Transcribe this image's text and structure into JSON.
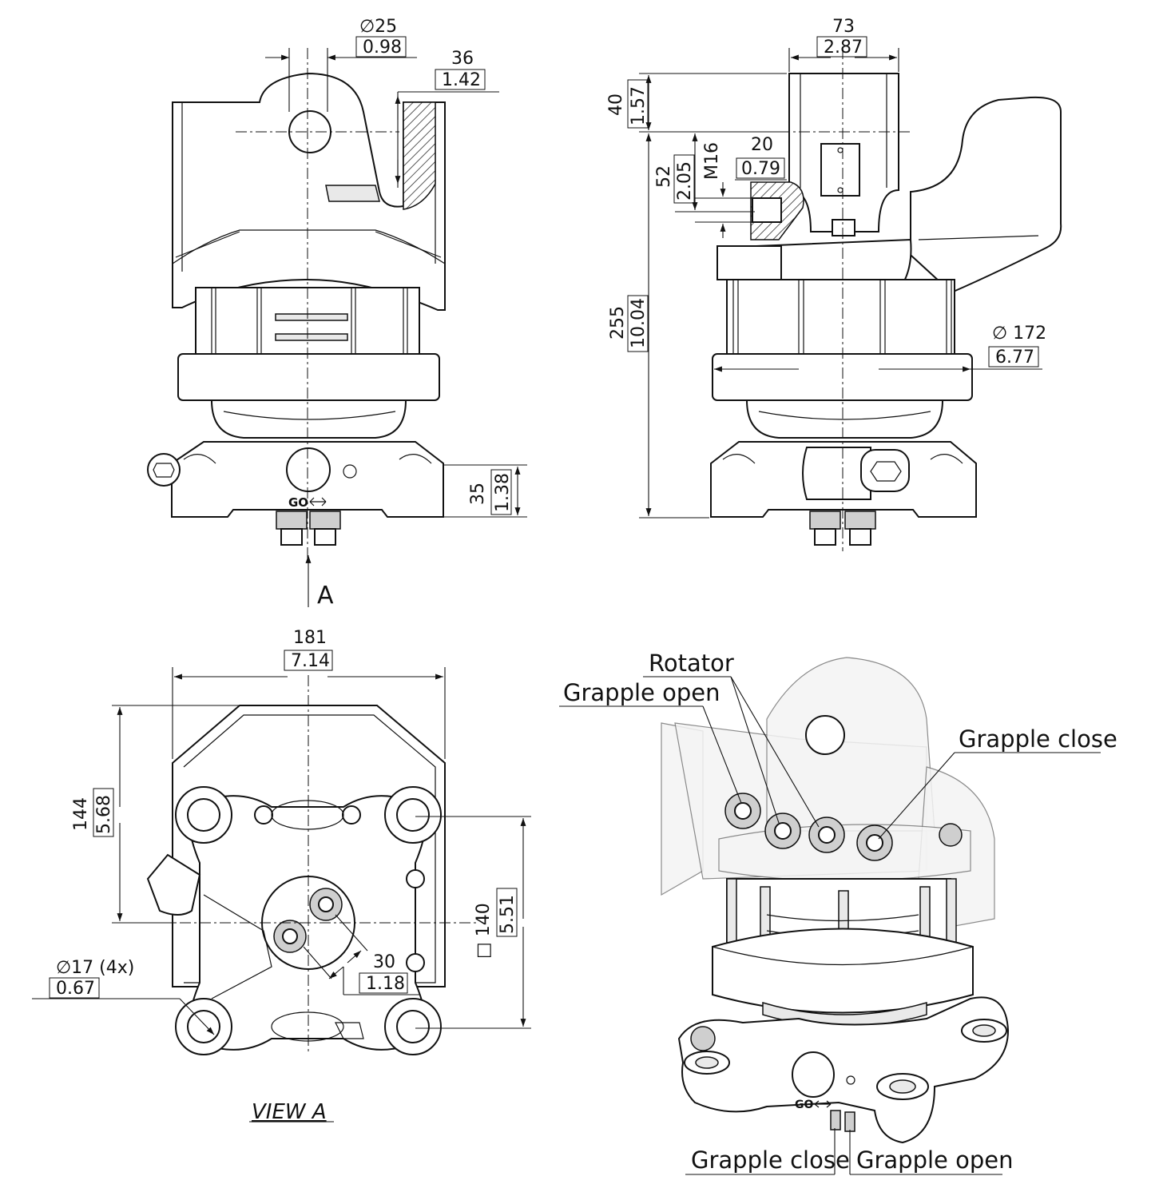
{
  "front_view": {
    "dim_pin_dia": "∅25",
    "dim_pin_dia_in": "0.98",
    "dim_plate": "36",
    "dim_plate_in": "1.42",
    "dim_base_height": "35",
    "dim_base_height_in": "1.38",
    "view_arrow_label": "A",
    "port_marking": "GO"
  },
  "side_view": {
    "dim_width": "73",
    "dim_width_in": "2.87",
    "dim_top": "40",
    "dim_top_in": "1.57",
    "dim_thread": "M16",
    "dim_bolt": "20",
    "dim_bolt_in": "0.79",
    "dim_mid": "52",
    "dim_mid_in": "2.05",
    "dim_total_height": "255",
    "dim_total_height_in": "10.04",
    "dim_body_dia": "∅ 172",
    "dim_body_dia_in": "6.77"
  },
  "view_a": {
    "title": "VIEW A",
    "dim_width": "181",
    "dim_width_in": "7.14",
    "dim_height": "144",
    "dim_height_in": "5.68",
    "dim_square": "□  140",
    "dim_square_in": "5.51",
    "dim_port_spacing": "30",
    "dim_port_spacing_in": "1.18",
    "dim_hole": "∅17 (4x)",
    "dim_hole_in": "0.67"
  },
  "iso_view": {
    "label_rotator": "Rotator",
    "label_grapple_open_top": "Grapple open",
    "label_grapple_close_top": "Grapple close",
    "label_grapple_close_bottom": "Grapple close",
    "label_grapple_open_bottom": "Grapple open",
    "port_marking": "GO"
  }
}
